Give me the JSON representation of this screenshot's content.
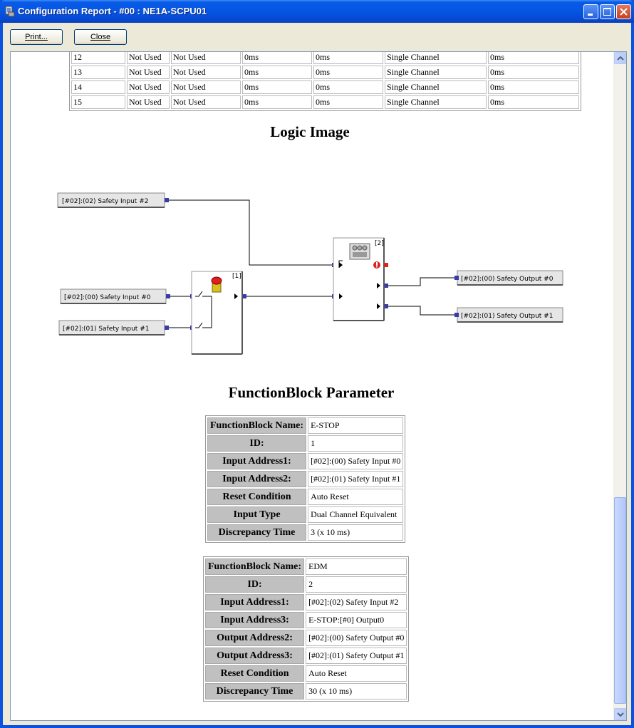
{
  "window": {
    "title": "Configuration Report - #00 : NE1A-SCPU01"
  },
  "toolbar": {
    "print_label": "Print...",
    "close_label": "Close"
  },
  "io_table": {
    "rows": [
      [
        "12",
        "",
        "Not Used",
        "Not Used",
        "0ms",
        "0ms",
        "Single Channel",
        "0ms",
        ""
      ],
      [
        "13",
        "",
        "Not Used",
        "Not Used",
        "0ms",
        "0ms",
        "Single Channel",
        "0ms",
        ""
      ],
      [
        "14",
        "",
        "Not Used",
        "Not Used",
        "0ms",
        "0ms",
        "Single Channel",
        "0ms",
        ""
      ],
      [
        "15",
        "",
        "Not Used",
        "Not Used",
        "0ms",
        "0ms",
        "Single Channel",
        "0ms",
        ""
      ]
    ]
  },
  "logic": {
    "heading": "Logic Image",
    "inputs": {
      "in2": "[#02]:(02) Safety Input #2",
      "in0": "[#02]:(00) Safety Input #0",
      "in1": "[#02]:(01) Safety Input #1"
    },
    "outputs": {
      "out0": "[#02]:(00) Safety Output #0",
      "out1": "[#02]:(01) Safety Output #1"
    },
    "block1_tag": "[1]",
    "block2_tag": "[2]",
    "colors": {
      "terminal": "#3a3aa8",
      "error": "#dd2222"
    }
  },
  "fb_param": {
    "heading": "FunctionBlock Parameter",
    "estop": [
      {
        "label": "FunctionBlock Name:",
        "value": "E-STOP"
      },
      {
        "label": "ID:",
        "value": "1"
      },
      {
        "label": "Input Address1:",
        "value": "[#02]:(00) Safety Input #0"
      },
      {
        "label": "Input Address2:",
        "value": "[#02]:(01) Safety Input #1"
      },
      {
        "label": "Reset Condition",
        "value": "Auto Reset"
      },
      {
        "label": "Input Type",
        "value": "Dual Channel Equivalent"
      },
      {
        "label": "Discrepancy Time",
        "value": "3 (x 10 ms)"
      }
    ],
    "edm": [
      {
        "label": "FunctionBlock Name:",
        "value": "EDM"
      },
      {
        "label": "ID:",
        "value": "2"
      },
      {
        "label": "Input Address1:",
        "value": "[#02]:(02) Safety Input #2"
      },
      {
        "label": "Input Address3:",
        "value": "E-STOP:[#0] Output0"
      },
      {
        "label": "Output Address2:",
        "value": "[#02]:(00) Safety Output #0"
      },
      {
        "label": "Output Address3:",
        "value": "[#02]:(01) Safety Output #1"
      },
      {
        "label": "Reset Condition",
        "value": "Auto Reset"
      },
      {
        "label": "Discrepancy Time",
        "value": "30 (x 10 ms)"
      }
    ]
  }
}
